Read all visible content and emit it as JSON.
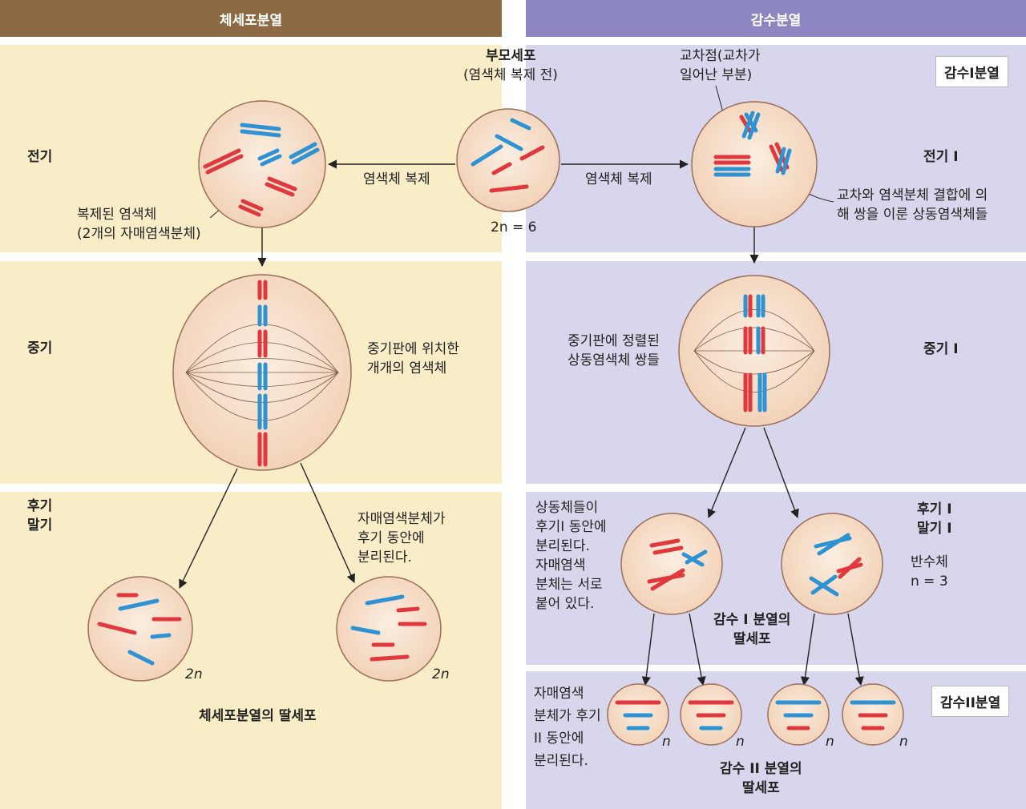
{
  "headers": {
    "mitosis": "체세포분열",
    "meiosis": "감수분열"
  },
  "colors": {
    "mitosis_bg": "#f9edc8",
    "meiosis_bg": "#d7d6ec",
    "mitosis_header": "#8c6a45",
    "meiosis_header": "#8c86c2",
    "chrom_red": "#e0383c",
    "chrom_blue": "#2f92d2",
    "cell_fill": "#f7e1cc",
    "cell_edge": "#9b6d5a"
  },
  "mitosis": {
    "prophase": "전기",
    "metaphase": "중기",
    "anaphase_telophase": "후기\n말기",
    "duplicated_chrom": "복제된 염색체\n(2개의 자매염색분체)",
    "metaphase_note": "중기판에 위치한\n개개의 염색체",
    "sister_separate": "자매염색분체가\n후기 동안에\n분리된다.",
    "daughter_left": "2n",
    "daughter_right": "2n",
    "daughters_caption": "체세포분열의 딸세포"
  },
  "parent": {
    "title": "부모세포",
    "subtitle": "(염색체 복제 전)",
    "ploidy": "2n = 6",
    "replication_left": "염색체 복제",
    "replication_right": "염색체 복제"
  },
  "meiosis": {
    "meiosis1_box": "감수I분열",
    "chiasma": "교차점(교차가\n일어난 부분)",
    "prophase1": "전기 I",
    "tetrad_note": "교차와 염색분체 결합에 의\n해 쌍을 이룬 상동염색체들",
    "metaphase1_note": "중기판에 정렬된\n상동염색체 쌍들",
    "metaphase1": "중기 I",
    "anaphase1_note": "상동체들이\n후기I 동안에\n분리된다.\n자매염색\n분체는 서로\n붙어 있다.",
    "anaphase1": "후기 I\n말기 I",
    "haploid": "반수체\nn = 3",
    "daughters1": "감수 I 분열의\n딸세포",
    "meiosis2_box": "감수II분열",
    "anaphase2_note": "자매염색\n분체가 후기\nII 동안에\n분리된다.",
    "daughters2": "감수 II 분열의\n딸세포",
    "n_labels": [
      "n",
      "n",
      "n",
      "n"
    ]
  }
}
